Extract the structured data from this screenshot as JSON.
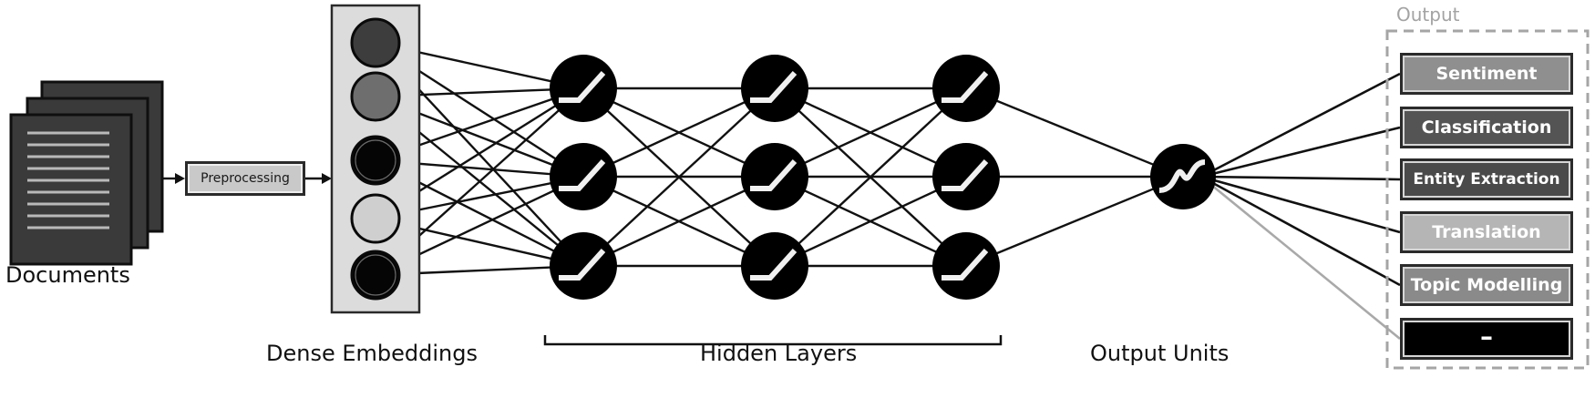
{
  "labels": {
    "documents": "Documents",
    "preprocessing": "Preprocessing",
    "dense_embeddings": "Dense Embeddings",
    "hidden_layers": "Hidden Layers",
    "output_units": "Output Units",
    "output": "Output"
  },
  "embedding_node_colors": [
    "#3d3d3d",
    "#6e6e6e",
    "#050505",
    "#cfcfcf",
    "#050505"
  ],
  "outputs": [
    {
      "label": "Sentiment",
      "color": "#8f8f8f"
    },
    {
      "label": "Classification",
      "color": "#545454"
    },
    {
      "label": "Entity Extraction",
      "color": "#4a4a4a"
    },
    {
      "label": "Translation",
      "color": "#b5b5b5"
    },
    {
      "label": "Topic Modelling",
      "color": "#8a8a8a"
    },
    {
      "label": "–",
      "color": "#000000"
    }
  ],
  "colors": {
    "line": "#111111",
    "document_fill": "#3a3a3a",
    "embedding_panel": "#dcdcdc",
    "output_frame": "#a5a5a5"
  }
}
